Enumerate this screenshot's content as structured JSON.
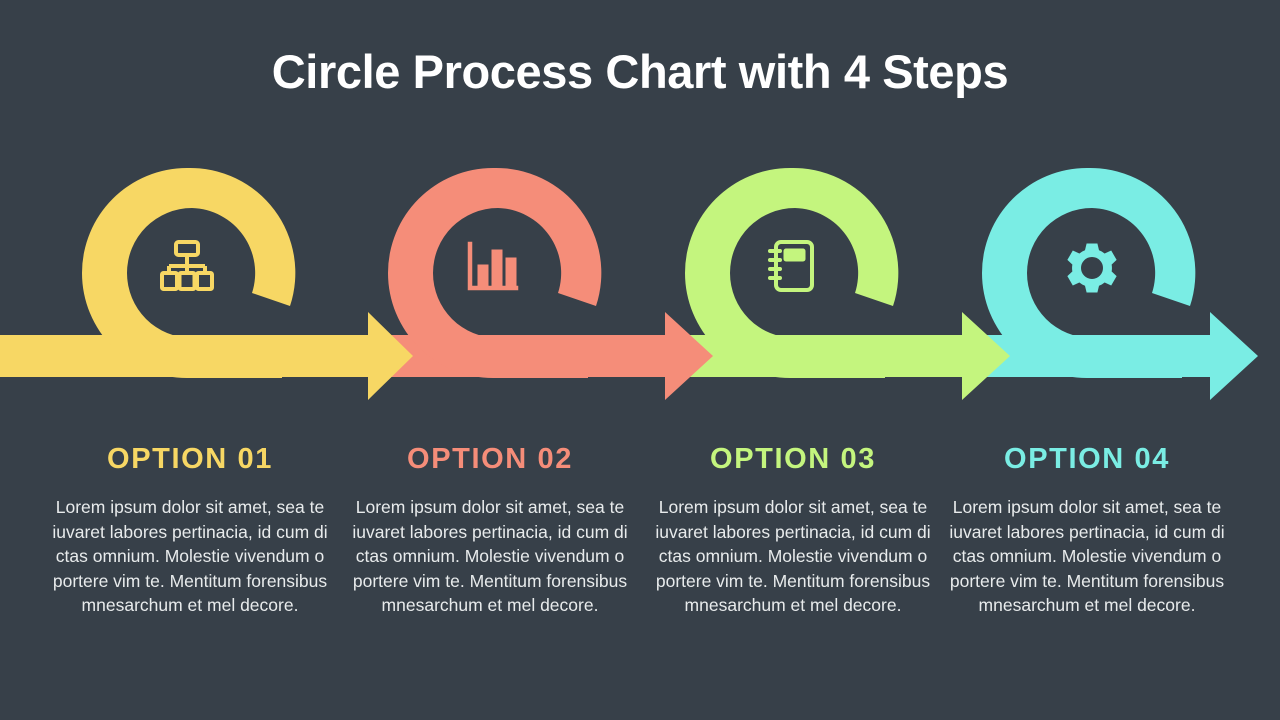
{
  "slide": {
    "background_color": "#374049",
    "title": "Circle Process Chart with 4 Steps"
  },
  "steps": [
    {
      "id": "step-01",
      "title": "OPTION 01",
      "color": "#F7D764",
      "icon": "hierarchy-icon",
      "body": "Lorem ipsum dolor sit amet, sea te iuvaret labores pertinacia, id cum dictas omnium. Molestie vivendum oportere vim te. Mentitum forensibus mnesarchum et mel decore."
    },
    {
      "id": "step-02",
      "title": "OPTION 02",
      "color": "#F58D79",
      "icon": "bar-chart-icon",
      "body": "Lorem ipsum dolor sit amet, sea te iuvaret labores pertinacia, id cum dictas omnium. Molestie vivendum oportere vim te. Mentitum forensibus mnesarchum et mel decore."
    },
    {
      "id": "step-03",
      "title": "OPTION 03",
      "color": "#C4F57E",
      "icon": "notebook-icon",
      "body": "Lorem ipsum dolor sit amet, sea te iuvaret labores pertinacia, id cum dictas omnium. Molestie vivendum oportere vim te. Mentitum forensibus mnesarchum et mel decore."
    },
    {
      "id": "step-04",
      "title": "OPTION 04",
      "color": "#7AEDE4",
      "icon": "gear-icon",
      "body": "Lorem ipsum dolor sit amet, sea te iuvaret labores pertinacia, id cum dictas omnium. Molestie vivendum oportere vim te. Mentitum forensibus mnesarchum et mel decore."
    }
  ],
  "chart_data": {
    "type": "diagram",
    "title": "Circle Process Chart with 4 Steps",
    "diagram_kind": "linear-arrow-process",
    "step_count": 4,
    "categories": [
      "OPTION 01",
      "OPTION 02",
      "OPTION 03",
      "OPTION 04"
    ],
    "colors": [
      "#F7D764",
      "#F58D79",
      "#C4F57E",
      "#7AEDE4"
    ],
    "icons": [
      "hierarchy-icon",
      "bar-chart-icon",
      "notebook-icon",
      "gear-icon"
    ],
    "background": "#374049",
    "legend": "none",
    "notes": "Four colored ring-with-tail shapes sitting on a continuous left-to-right arrow band; each ring holds a line icon and labels a titled text block below."
  }
}
